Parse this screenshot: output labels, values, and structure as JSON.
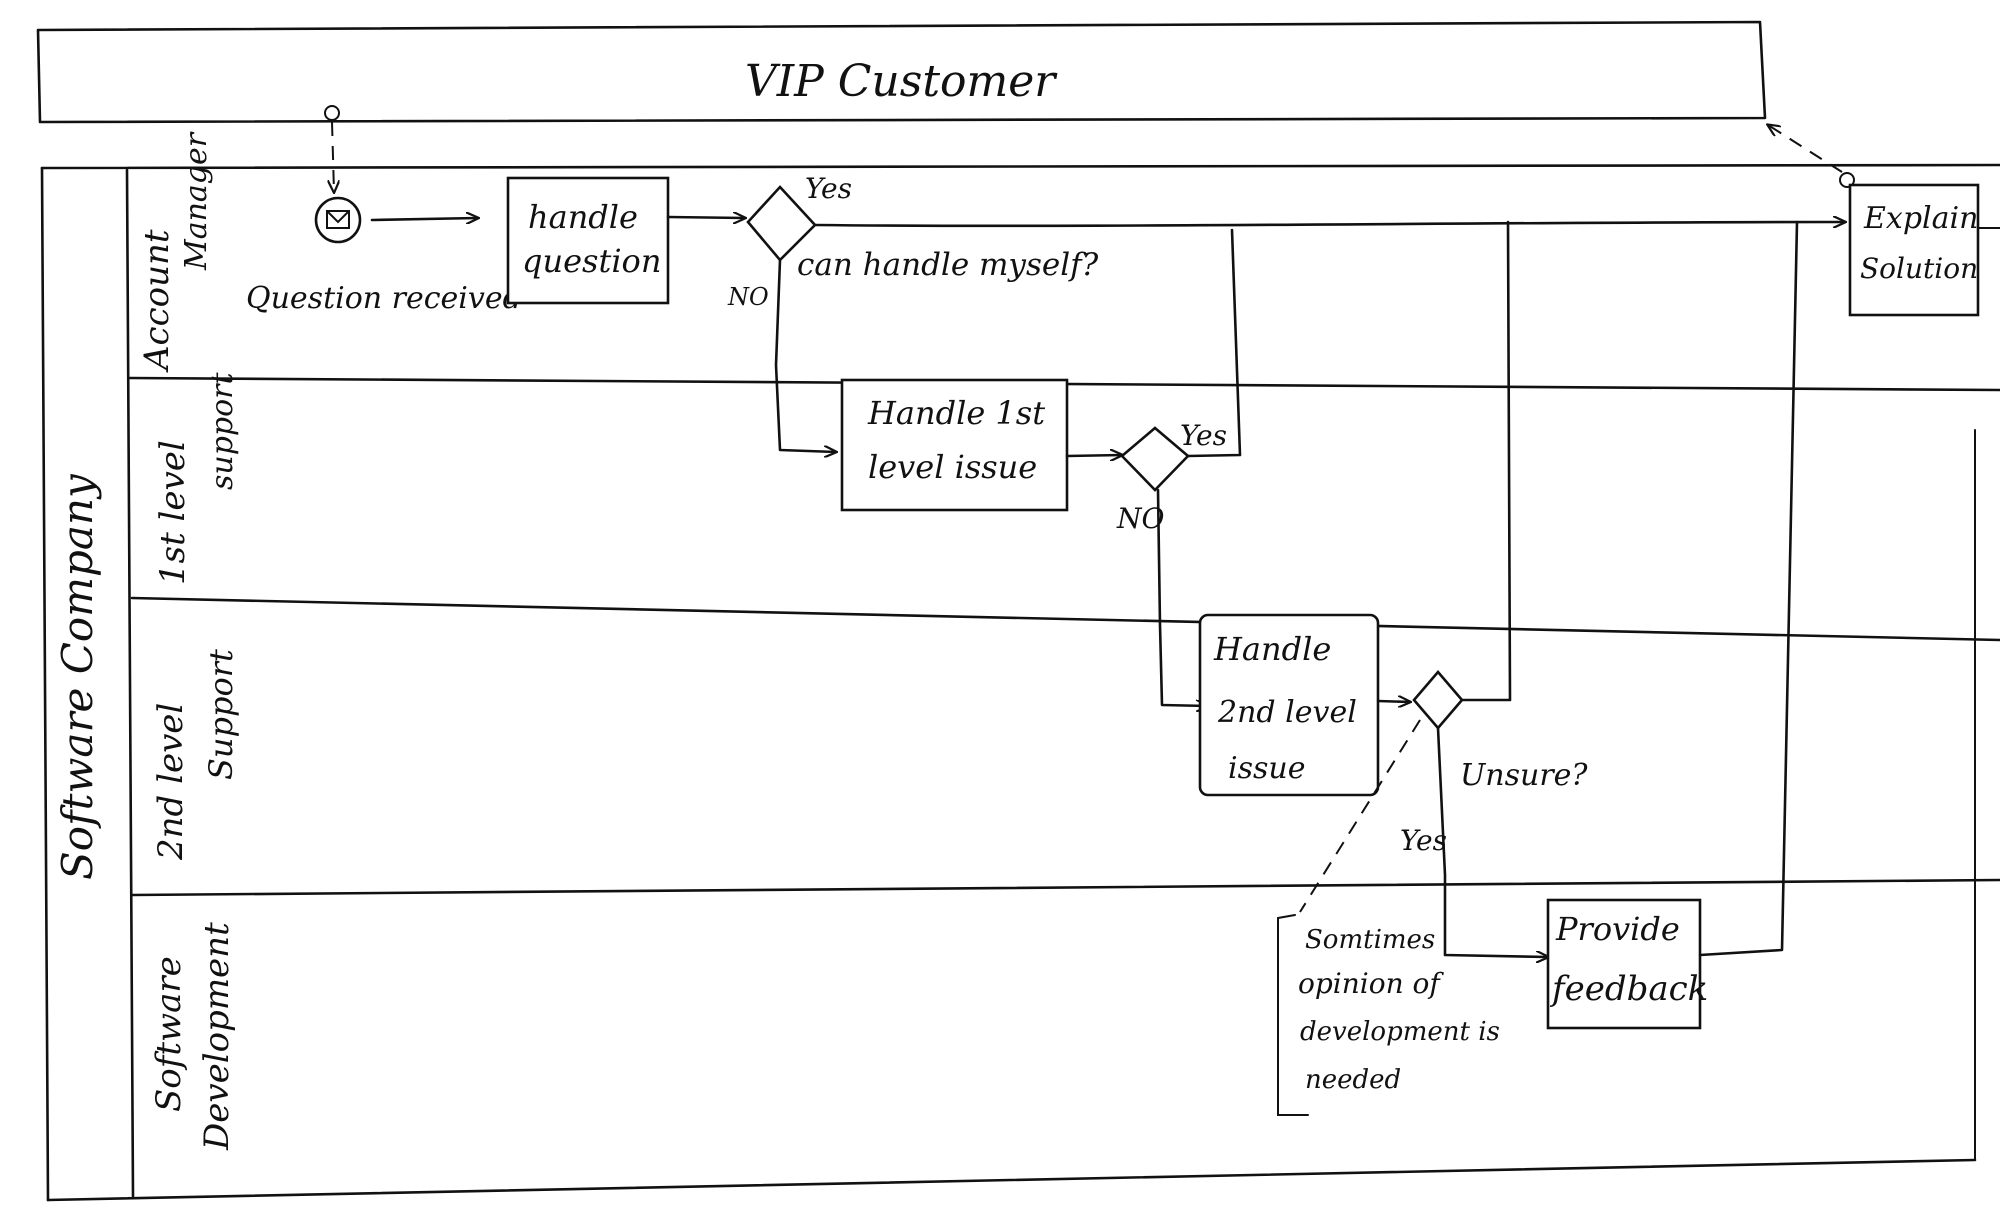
{
  "pools": {
    "customer": {
      "label": "VIP Customer"
    },
    "company": {
      "label": "Software Company"
    }
  },
  "lanes": {
    "account_manager": {
      "line1": "Account",
      "line2": "Manager"
    },
    "first_level": {
      "line1": "1st level",
      "line2": "support"
    },
    "second_level": {
      "line1": "2nd level",
      "line2": "Support"
    },
    "development": {
      "line1": "Software",
      "line2": "Development"
    }
  },
  "events": {
    "start": {
      "label": "Question received",
      "icon": "envelope-icon"
    }
  },
  "tasks": {
    "handle_question": {
      "line1": "handle",
      "line2": "question"
    },
    "explain_solution": {
      "line1": "Explain",
      "line2": "Solution"
    },
    "handle_1st": {
      "line1": "Handle 1st",
      "line2": "level issue"
    },
    "handle_2nd": {
      "line1": "Handle",
      "line2": "2nd level",
      "line3": "issue"
    },
    "provide_feedback": {
      "line1": "Provide",
      "line2": "feedback"
    }
  },
  "gateways": {
    "can_handle": {
      "question": "can handle myself?",
      "yes": "Yes",
      "no": "NO"
    },
    "first_level_gw": {
      "yes": "Yes",
      "no": "NO"
    },
    "unsure_gw": {
      "question": "Unsure?",
      "yes": "Yes"
    }
  },
  "annotations": {
    "note": {
      "line1": "Somtimes",
      "line2": "opinion of",
      "line3": "development is",
      "line4": "needed"
    }
  }
}
